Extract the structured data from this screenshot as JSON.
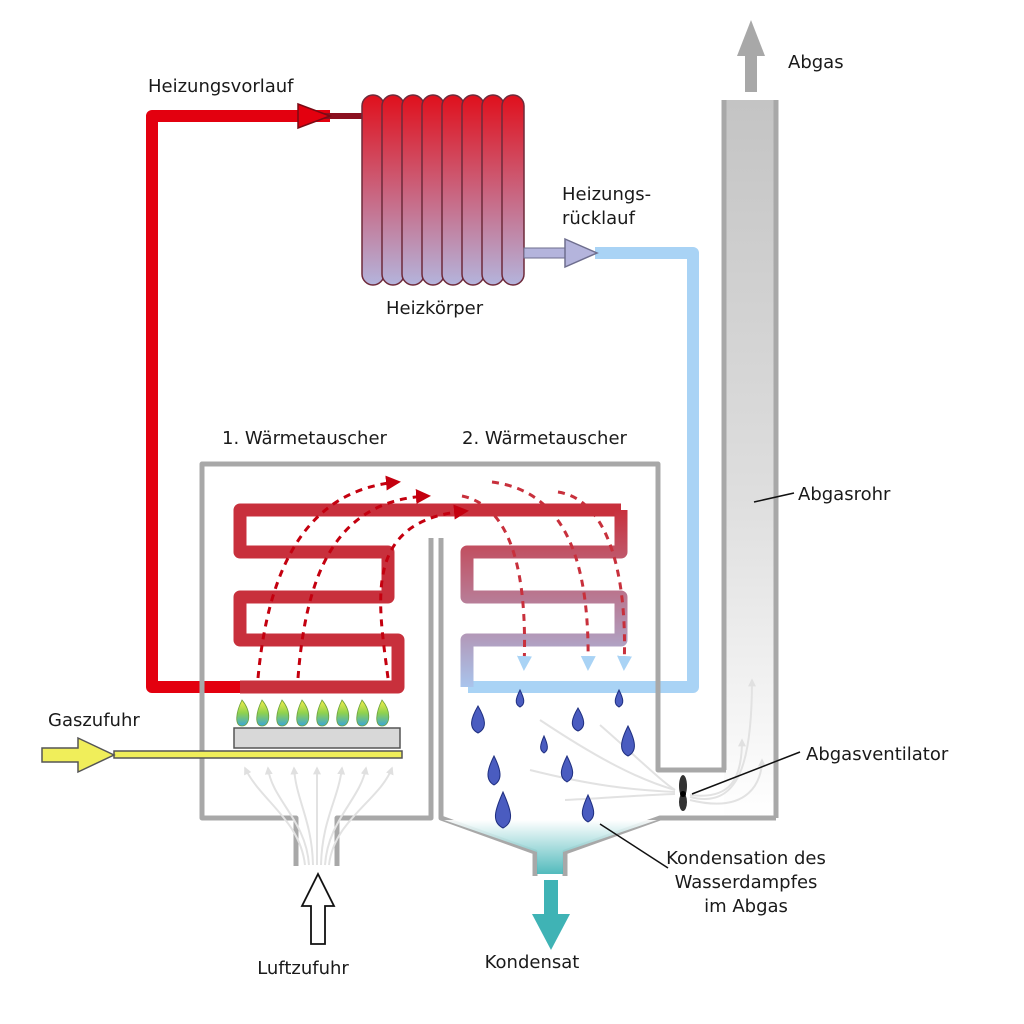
{
  "labels": {
    "heizungsvorlauf": "Heizungsvorlauf",
    "heizkoerper": "Heizkörper",
    "heizungsruecklauf_line1": "Heizungs-",
    "heizungsruecklauf_line2": "rücklauf",
    "abgas": "Abgas",
    "waermetauscher1": "1. Wärmetauscher",
    "waermetauscher2": "2. Wärmetauscher",
    "abgasrohr": "Abgasrohr",
    "gaszufuhr": "Gaszufuhr",
    "abgasventilator": "Abgasventilator",
    "kondensation_line1": "Kondensation des",
    "kondensation_line2": "Wasserdampfes",
    "kondensation_line3": "im Abgas",
    "luftzufuhr": "Luftzufuhr",
    "kondensat": "Kondensat"
  },
  "colors": {
    "hot": "#e3000f",
    "hot_coil": "#c8303c",
    "cold": "#a9d3f5",
    "housing": "#a8a8a8",
    "gas": "#f0ee5a",
    "condensate": "#3fb3b5",
    "droplet": "#4558b8"
  }
}
